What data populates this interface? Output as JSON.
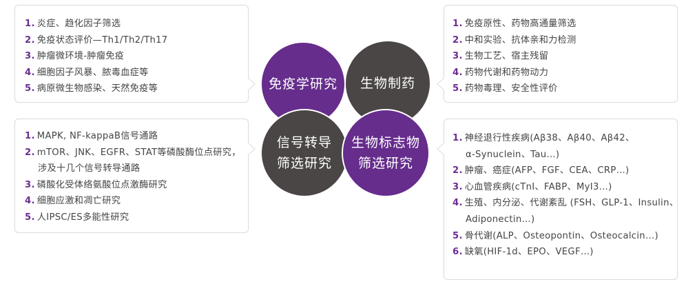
{
  "colors": {
    "purple": "#662d8c",
    "gray": "#4a4645",
    "number": "#6b2c91",
    "text": "#444444",
    "border": "#dcdcdc"
  },
  "circles": {
    "immunology": {
      "line1": "免疫学研究",
      "color": "purple"
    },
    "biopharma": {
      "line1": "生物制药",
      "color": "gray"
    },
    "signaling": {
      "line1": "信号转导",
      "line2": "筛选研究",
      "color": "gray"
    },
    "biomarker": {
      "line1": "生物标志物",
      "line2": "筛选研究",
      "color": "purple"
    }
  },
  "boxes": {
    "immunology": {
      "items": [
        {
          "num": "1.",
          "text": "炎症、趋化因子筛选"
        },
        {
          "num": "2.",
          "text": "免疫状态评价—Th1/Th2/Th17"
        },
        {
          "num": "3.",
          "text": "肿瘤微环境-肿瘤免疫"
        },
        {
          "num": "4.",
          "text": "细胞因子风暴、脓毒血症等"
        },
        {
          "num": "5.",
          "text": "病原微生物感染、天然免疫等"
        }
      ]
    },
    "biopharma": {
      "items": [
        {
          "num": "1.",
          "text": "免疫原性、药物高通量筛选"
        },
        {
          "num": "2.",
          "text": "中和实验、抗体亲和力检测"
        },
        {
          "num": "3.",
          "text": "生物工艺、宿主残留"
        },
        {
          "num": "4.",
          "text": "药物代谢和药物动力"
        },
        {
          "num": "5.",
          "text": "药物毒理、安全性评价"
        }
      ]
    },
    "signaling": {
      "items": [
        {
          "num": "1.",
          "text": "MAPK, NF-kappaB信号通路"
        },
        {
          "num": "2.",
          "text": "mTOR、JNK、EGFR、STAT等磷酸酶位点研究，",
          "cont": "涉及十几个信号转导通路"
        },
        {
          "num": "3.",
          "text": "磷酸化受体络氨酸位点激酶研究"
        },
        {
          "num": "4.",
          "text": "细胞应激和凋亡研究"
        },
        {
          "num": "5.",
          "text": "人IPSC/ES多能性研究"
        }
      ]
    },
    "biomarker": {
      "items": [
        {
          "num": "1.",
          "text": "神经退行性疾病(Aβ38、Aβ40、Aβ42、",
          "cont": "α-Synuclein、Tau…)"
        },
        {
          "num": "2.",
          "text": "肿瘤、癌症(AFP、FGF、CEA、CRP…)"
        },
        {
          "num": "3.",
          "text": "心血管疾病(cTnI、FABP、MyI3…)"
        },
        {
          "num": "4.",
          "text": "生殖、内分泌、代谢紊乱 (FSH、GLP-1、Insulin、",
          "cont": "Adiponectin…)"
        },
        {
          "num": "5.",
          "text": "骨代谢(ALP、Osteopontin、Osteocalcin…)"
        },
        {
          "num": "6.",
          "text": "缺氧(HIF-1d、EPO、VEGF…)"
        }
      ]
    }
  }
}
